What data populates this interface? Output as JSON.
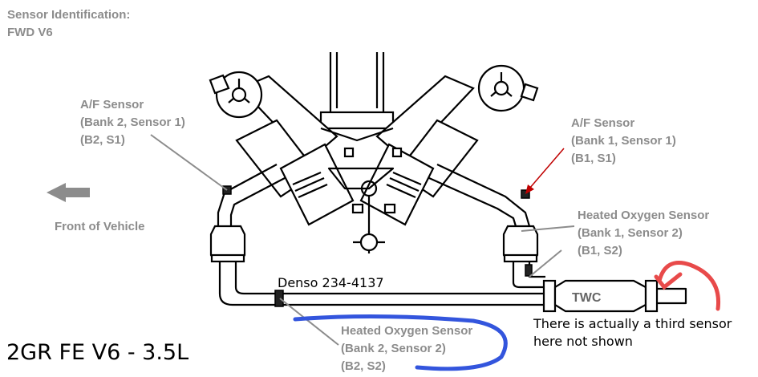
{
  "header": {
    "title": "Sensor Identification:",
    "subtitle": "FWD V6"
  },
  "labels": {
    "af_bank2": [
      "A/F Sensor",
      "(Bank 2, Sensor 1)",
      "(B2, S1)"
    ],
    "af_bank1": [
      "A/F Sensor",
      "(Bank 1, Sensor 1)",
      "(B1, S1)"
    ],
    "ho2_bank1": [
      "Heated Oxygen Sensor",
      "(Bank 1, Sensor 2)",
      "(B1, S2)"
    ],
    "ho2_bank2": [
      "Heated Oxygen Sensor",
      "(Bank 2, Sensor 2)",
      "(B2, S2)"
    ],
    "front": "Front of Vehicle",
    "twc": "TWC"
  },
  "annotations": {
    "part_number": "Denso 234-4137",
    "third_sensor": [
      "There is actually a third sensor",
      "here not shown"
    ],
    "engine": "2GR FE V6 - 3.5L"
  },
  "colors": {
    "label_gray": "#8c8c8c",
    "red_marker": "#e84a4a",
    "blue_marker": "#3355dd",
    "red_arrow": "#c00000"
  }
}
